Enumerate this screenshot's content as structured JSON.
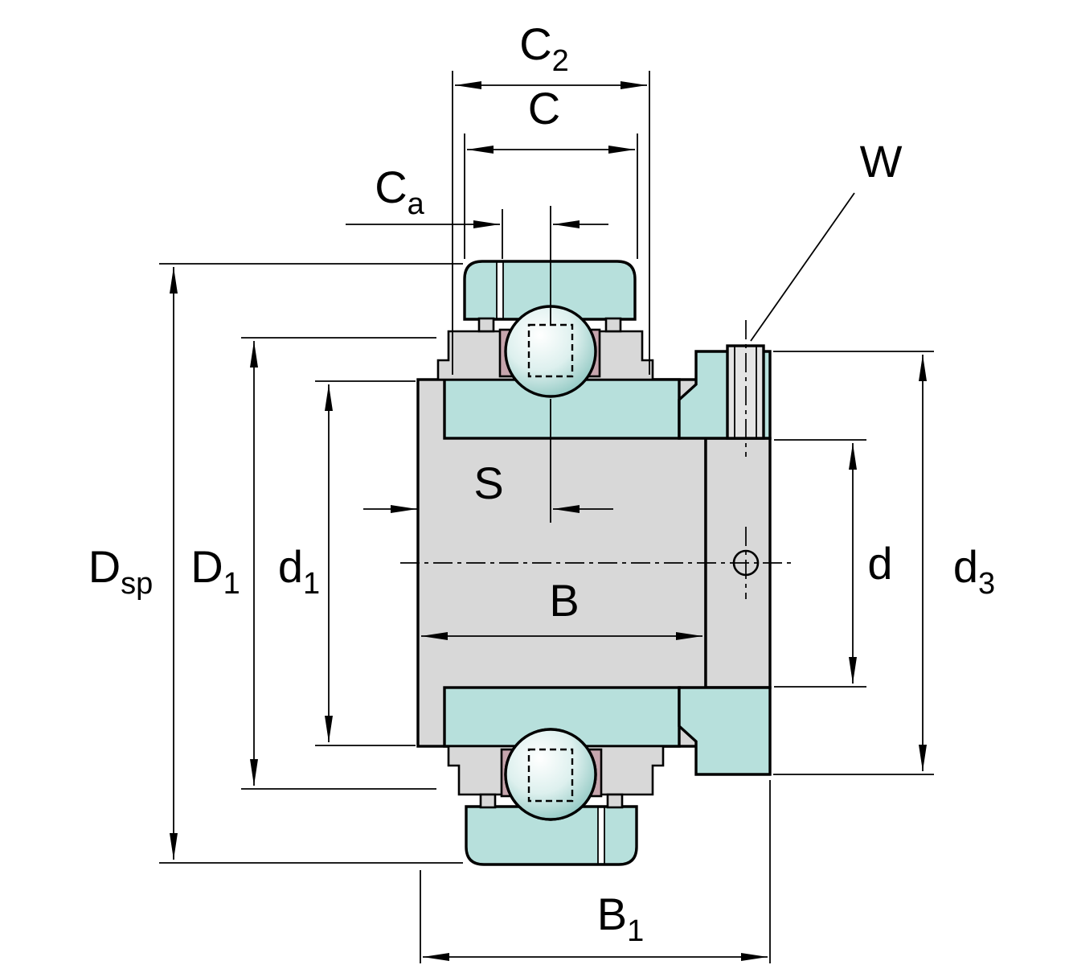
{
  "diagram": {
    "type": "bearing-cross-section-dimension-drawing",
    "labels": {
      "C2": {
        "main": "C",
        "sub": "2"
      },
      "C": {
        "main": "C",
        "sub": ""
      },
      "Ca": {
        "main": "C",
        "sub": "a"
      },
      "W": {
        "main": "W",
        "sub": ""
      },
      "S": {
        "main": "S",
        "sub": ""
      },
      "B": {
        "main": "B",
        "sub": ""
      },
      "B1": {
        "main": "B",
        "sub": "1"
      },
      "Dsp": {
        "main": "D",
        "sub": "sp"
      },
      "D1": {
        "main": "D",
        "sub": "1"
      },
      "d1": {
        "main": "d",
        "sub": "1"
      },
      "d": {
        "main": "d",
        "sub": ""
      },
      "d3": {
        "main": "d",
        "sub": "3"
      }
    },
    "colors": {
      "teal": "#b7e0dc",
      "gray": "#d8d8d8",
      "gray_light": "#e4e4e4",
      "pink": "#c6a5ad",
      "ball_highlight": "#ffffff",
      "ball_mid": "#ddf0ee",
      "ball_edge": "#85c2bc",
      "line": "#000000",
      "background": "#ffffff"
    }
  }
}
